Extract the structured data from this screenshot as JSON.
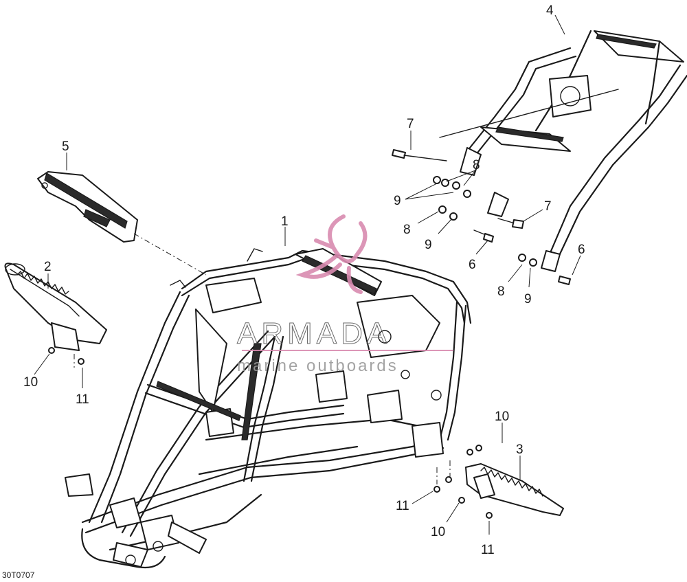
{
  "drawing_code": "30T0707",
  "callouts": [
    {
      "id": "c1",
      "label": "1"
    },
    {
      "id": "c2",
      "label": "2"
    },
    {
      "id": "c3",
      "label": "3"
    },
    {
      "id": "c4",
      "label": "4"
    },
    {
      "id": "c5",
      "label": "5"
    },
    {
      "id": "c6a",
      "label": "6"
    },
    {
      "id": "c6b",
      "label": "6"
    },
    {
      "id": "c7a",
      "label": "7"
    },
    {
      "id": "c7b",
      "label": "7"
    },
    {
      "id": "c8a",
      "label": "8"
    },
    {
      "id": "c8b",
      "label": "8"
    },
    {
      "id": "c8c",
      "label": "8"
    },
    {
      "id": "c9a",
      "label": "9"
    },
    {
      "id": "c9b",
      "label": "9"
    },
    {
      "id": "c9c",
      "label": "9"
    },
    {
      "id": "c10a",
      "label": "10"
    },
    {
      "id": "c10b",
      "label": "10"
    },
    {
      "id": "c10c",
      "label": "10"
    },
    {
      "id": "c11a",
      "label": "11"
    },
    {
      "id": "c11b",
      "label": "11"
    },
    {
      "id": "c11c",
      "label": "11"
    }
  ],
  "watermark": {
    "brand": "ARMADA",
    "tagline": "marine outboards",
    "logo_color": "#d98bb0"
  }
}
